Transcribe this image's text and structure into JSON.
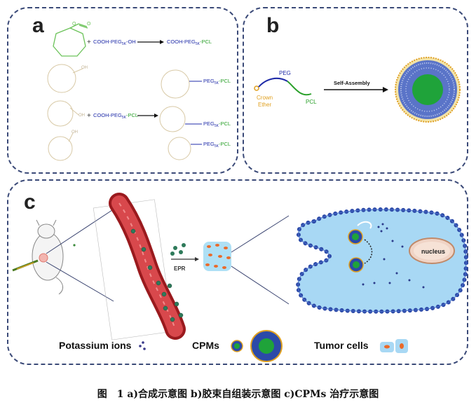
{
  "panel_a": {
    "letter": "a",
    "reagent_1": "COOH-PEG",
    "reagent_1_sub": "5K",
    "reagent_1_end": "-OH",
    "product_1": "COOH-PEG",
    "product_1_sub": "5K",
    "product_1_end": "-PCL",
    "reagent_2": "COOH-PEG",
    "reagent_2_sub": "5K",
    "reagent_2_end": "-PCL",
    "plus": "+",
    "ether_product_peg": "PEG",
    "ether_product_sub": "5K",
    "ether_product_end": "-PCL",
    "oh_label": "OH"
  },
  "panel_b": {
    "letter": "b",
    "peg_label": "PEG",
    "crown_label_1": "Crown",
    "crown_label_2": "Ether",
    "pcl_label": "PCL",
    "arrow_label": "Self-Assembly"
  },
  "panel_c": {
    "letter": "c",
    "epr_label": "EPR",
    "nucleus_label": "nucleus",
    "legend_potassium": "Potassium ions",
    "legend_cpms": "CPMs",
    "legend_tumor": "Tumor cells"
  },
  "caption": "图　1 a)合成示意图  b)胶束自组装示意图 c)CPMs 治疗示意图",
  "colors": {
    "border": "#3b4a78",
    "peg_blue": "#1f2ba8",
    "pcl_green": "#2aa02a",
    "crown_orange": "#e0a020",
    "vessel_red": "#c0282c",
    "cell_blue": "#9fd2f2",
    "membrane": "#2c4aa8"
  }
}
